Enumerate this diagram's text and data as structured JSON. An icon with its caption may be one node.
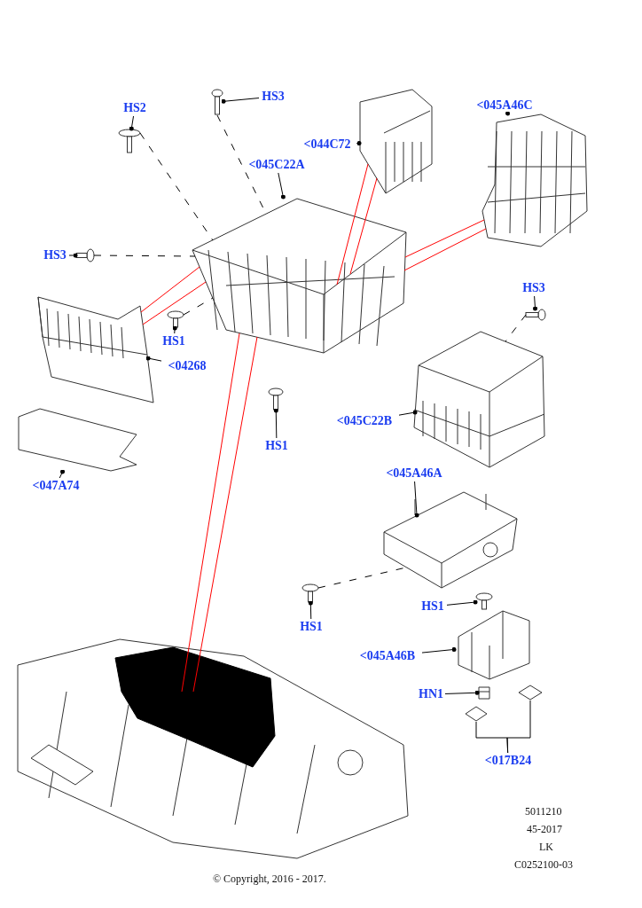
{
  "diagram": {
    "nodes": [
      {
        "text": [
          "HS3"
        ]
      },
      {
        "text": [],
        "shape": "picture"
      },
      {
        "text": [
          "HS2"
        ]
      },
      {
        "text": [],
        "shape": "picture"
      },
      {
        "text": [
          "<044C72"
        ]
      },
      {
        "text": [],
        "shape": "picture"
      },
      {
        "text": [
          "<045A46C"
        ]
      },
      {
        "text": [],
        "shape": "picture"
      },
      {
        "text": [
          "<045C22A"
        ]
      },
      {
        "text": [],
        "shape": "picture"
      },
      {
        "text": [
          "HS3"
        ]
      },
      {
        "text": [],
        "shape": "picture"
      },
      {
        "text": [
          "HS3"
        ]
      },
      {
        "text": [],
        "shape": "picture"
      },
      {
        "text": [],
        "shape": "picture"
      },
      {
        "text": [
          "<04268"
        ]
      },
      {
        "text": [
          "HS1"
        ]
      },
      {
        "text": [],
        "shape": "picture"
      },
      {
        "text": [],
        "shape": "picture"
      },
      {
        "text": [
          "HS1"
        ]
      },
      {
        "text": [],
        "shape": "picture"
      },
      {
        "text": [
          "<045C22B"
        ]
      },
      {
        "text": [],
        "shape": "picture"
      },
      {
        "text": [
          "<047A74"
        ]
      },
      {
        "text": [
          "<045A46A"
        ]
      },
      {
        "text": [],
        "shape": "picture"
      },
      {
        "text": [],
        "shape": "picture"
      },
      {
        "text": [
          "HS1"
        ]
      },
      {
        "text": [],
        "shape": "picture"
      },
      {
        "text": [
          "HS1"
        ]
      },
      {
        "text": [],
        "shape": "picture"
      },
      {
        "text": [
          "<045A46B"
        ]
      },
      {
        "text": [],
        "shape": "picture"
      },
      {
        "text": [
          "HN1"
        ]
      },
      {
        "text": [],
        "shape": "picture"
      },
      {
        "text": [],
        "shape": "picture"
      },
      {
        "text": [
          "<017B24"
        ]
      },
      {
        "text": [],
        "shape": "picture"
      }
    ],
    "edges": [
      {
        "from": 0,
        "to": 1,
        "arrow": "other"
      },
      {
        "from": 2,
        "to": 3,
        "arrow": "other"
      },
      {
        "from": 4,
        "to": 5,
        "arrow": "other"
      },
      {
        "from": 6,
        "to": 7,
        "arrow": "other"
      },
      {
        "from": 8,
        "to": 9,
        "arrow": "other"
      },
      {
        "from": 10,
        "to": 11,
        "arrow": "other"
      },
      {
        "from": 12,
        "to": 13,
        "arrow": "other"
      },
      {
        "from": 15,
        "to": 14,
        "arrow": "other"
      },
      {
        "from": 16,
        "to": 17,
        "arrow": "other"
      },
      {
        "from": 19,
        "to": 18,
        "arrow": "other"
      },
      {
        "from": 21,
        "to": 20,
        "arrow": "other"
      },
      {
        "from": 23,
        "to": 22,
        "arrow": "other"
      },
      {
        "from": 24,
        "to": 25,
        "arrow": "other"
      },
      {
        "from": 27,
        "to": 26,
        "arrow": "other"
      },
      {
        "from": 29,
        "to": 28,
        "arrow": "other"
      },
      {
        "from": 31,
        "to": 30,
        "arrow": "other"
      },
      {
        "from": 33,
        "to": 32,
        "arrow": "other"
      },
      {
        "from": 36,
        "to": 34,
        "arrow": "none"
      },
      {
        "from": 36,
        "to": 35,
        "arrow": "none"
      },
      {
        "from": 9,
        "to": 37,
        "arrow": "none",
        "color": "#ff0000"
      },
      {
        "from": 9,
        "to": 37,
        "arrow": "none",
        "color": "#ff0000"
      },
      {
        "from": 5,
        "to": 9,
        "arrow": "none",
        "color": "#ff0000"
      },
      {
        "from": 5,
        "to": 9,
        "arrow": "none",
        "color": "#ff0000"
      },
      {
        "from": 7,
        "to": 9,
        "arrow": "none",
        "color": "#ff0000"
      },
      {
        "from": 7,
        "to": 9,
        "arrow": "none",
        "color": "#ff0000"
      },
      {
        "from": 14,
        "to": 9,
        "arrow": "none",
        "color": "#ff0000"
      },
      {
        "from": 14,
        "to": 9,
        "arrow": "none",
        "color": "#ff0000"
      },
      {
        "from": 3,
        "to": 9,
        "arrow": "none",
        "style": "dashed"
      },
      {
        "from": 1,
        "to": 9,
        "arrow": "none",
        "style": "dashed"
      },
      {
        "from": 11,
        "to": 9,
        "arrow": "none",
        "style": "dashed"
      },
      {
        "from": 17,
        "to": 9,
        "arrow": "none",
        "style": "dashed"
      },
      {
        "from": 13,
        "to": 20,
        "arrow": "none",
        "style": "dashed"
      },
      {
        "from": 26,
        "to": 25,
        "arrow": "none",
        "style": "dashed"
      }
    ],
    "labels": [
      "5011210",
      "45-2017",
      "LK",
      "C0252100-03",
      "© Copyright, 2016 - 2017."
    ]
  }
}
